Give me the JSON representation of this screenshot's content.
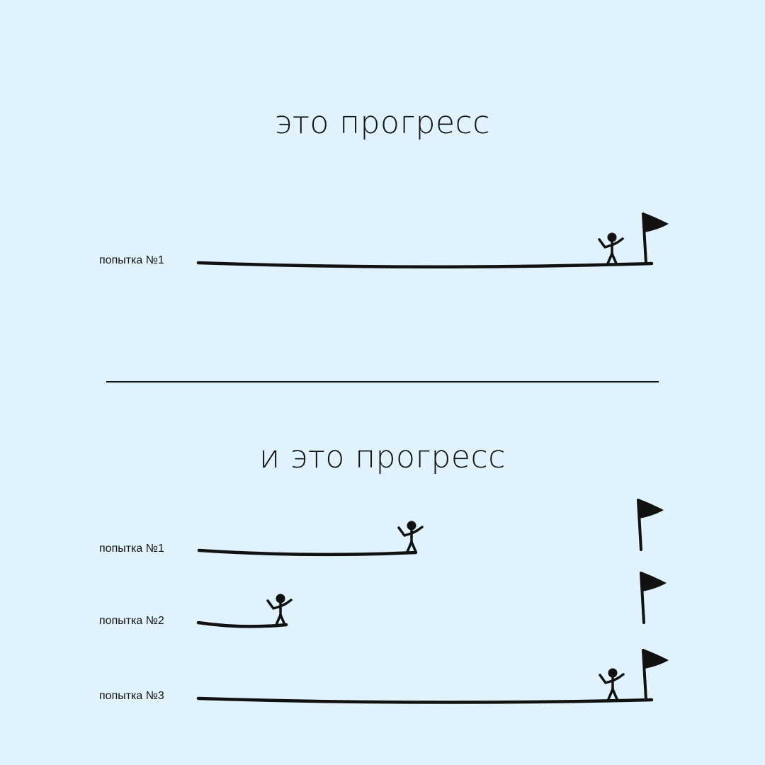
{
  "top_section": {
    "heading": "это прогресс",
    "attempts": [
      {
        "label": "попытка №1",
        "progress": 1.0
      }
    ]
  },
  "bottom_section": {
    "heading": "и это прогресс",
    "attempts": [
      {
        "label": "попытка №1",
        "progress": 0.48
      },
      {
        "label": "попытка №2",
        "progress": 0.19
      },
      {
        "label": "попытка №3",
        "progress": 1.0
      }
    ]
  },
  "colors": {
    "background": "#e0f3fc",
    "ink": "#111111"
  },
  "icons": [
    "stick-figure-icon",
    "flag-icon"
  ]
}
